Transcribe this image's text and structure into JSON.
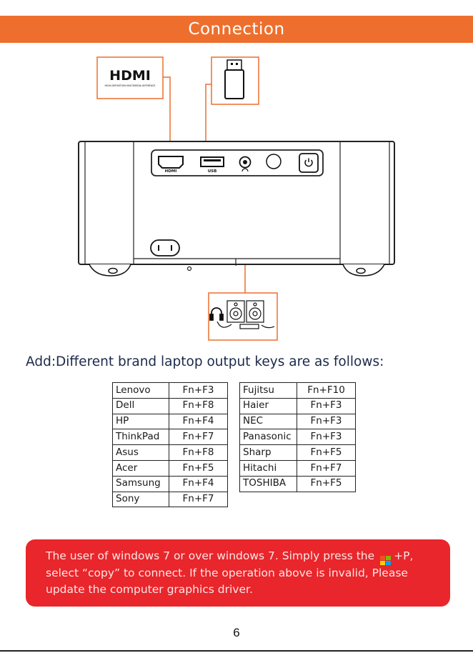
{
  "header": {
    "title": "Connection",
    "color": "#ee6f2d"
  },
  "diagram": {
    "hdmi_logo_text": "HDMI",
    "hdmi_logo_subtext": "HIGH-DEFINITION MULTIMEDIA INTERFACE",
    "port_labels": {
      "hdmi": "HDMI",
      "usb": "USB"
    },
    "icons": [
      "hdmi-logo-icon",
      "usb-drive-icon",
      "headphones-icon",
      "speakers-icon",
      "power-icon"
    ]
  },
  "add_heading": "Add:Different brand laptop output keys are as follows:",
  "table_left": [
    {
      "brand": "Lenovo",
      "key": "Fn+F3"
    },
    {
      "brand": "Dell",
      "key": "Fn+F8"
    },
    {
      "brand": "HP",
      "key": "Fn+F4"
    },
    {
      "brand": "ThinkPad",
      "key": "Fn+F7"
    },
    {
      "brand": "Asus",
      "key": "Fn+F8"
    },
    {
      "brand": "Acer",
      "key": "Fn+F5"
    },
    {
      "brand": "Samsung",
      "key": "Fn+F4"
    },
    {
      "brand": "Sony",
      "key": "Fn+F7"
    }
  ],
  "table_right": [
    {
      "brand": "Fujitsu",
      "key": "Fn+F10"
    },
    {
      "brand": "Haier",
      "key": "Fn+F3"
    },
    {
      "brand": "NEC",
      "key": "Fn+F3"
    },
    {
      "brand": "Panasonic",
      "key": "Fn+F3"
    },
    {
      "brand": "Sharp",
      "key": "Fn+F5"
    },
    {
      "brand": "Hitachi",
      "key": "Fn+F7"
    },
    {
      "brand": "TOSHIBA",
      "key": "Fn+F5"
    }
  ],
  "tip": {
    "line1_before": "The user of windows 7 or over windows 7. Simply press the",
    "line1_after": "+P,",
    "line2": "select “copy” to connect. If the operation above is invalid, Please",
    "line3": "update the computer graphics driver.",
    "color": "#e8262b"
  },
  "page_number": "6"
}
